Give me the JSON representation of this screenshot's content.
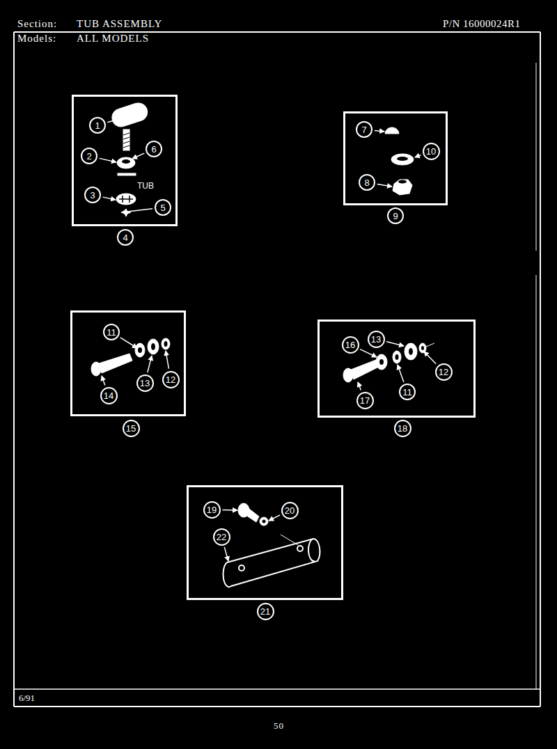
{
  "diagram": {
    "nodes": [
      {
        "text": [
          "4"
        ]
      },
      {
        "text": [
          "1"
        ],
        "in": 0
      },
      {
        "text": [
          "2"
        ],
        "in": 0
      },
      {
        "text": [
          "6"
        ],
        "in": 0
      },
      {
        "text": [
          "3"
        ],
        "in": 0
      },
      {
        "text": [
          "5"
        ],
        "in": 0
      },
      {
        "text": [
          "9"
        ]
      },
      {
        "text": [
          "7"
        ],
        "in": 6
      },
      {
        "text": [
          "10"
        ],
        "in": 6
      },
      {
        "text": [
          "8"
        ],
        "in": 6
      },
      {
        "text": [
          "15"
        ]
      },
      {
        "text": [
          "11"
        ],
        "in": 10
      },
      {
        "text": [
          "13"
        ],
        "in": 10
      },
      {
        "text": [
          "12"
        ],
        "in": 10
      },
      {
        "text": [
          "14"
        ],
        "in": 10
      },
      {
        "text": [
          "18"
        ]
      },
      {
        "text": [
          "16"
        ],
        "in": 15
      },
      {
        "text": [
          "13"
        ],
        "in": 15
      },
      {
        "text": [
          "12"
        ],
        "in": 15
      },
      {
        "text": [
          "11"
        ],
        "in": 15
      },
      {
        "text": [
          "17"
        ],
        "in": 15
      },
      {
        "text": [
          "21"
        ]
      },
      {
        "text": [
          "19"
        ],
        "in": 21
      },
      {
        "text": [
          "20"
        ],
        "in": 21
      },
      {
        "text": [
          "22"
        ],
        "in": 21
      }
    ],
    "labels": [
      "Section:",
      "TUB ASSEMBLY",
      "P/N 16000024R1",
      "Models:",
      "ALL MODELS",
      "TUB",
      "6/91",
      "50"
    ]
  }
}
